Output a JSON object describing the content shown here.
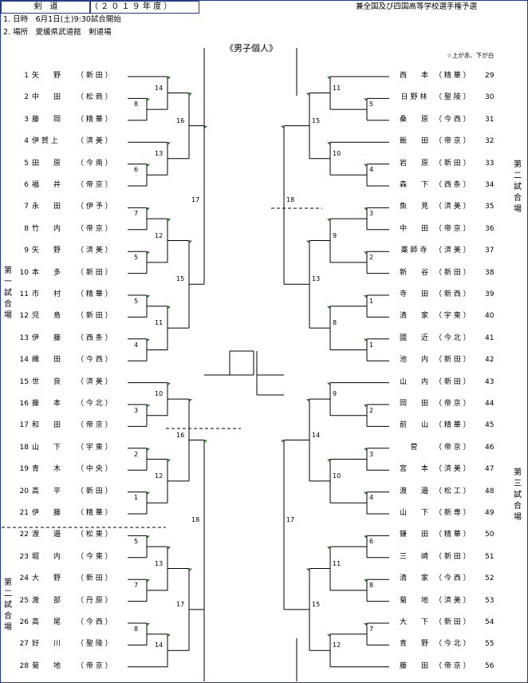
{
  "header": {
    "sport": "剣　道",
    "year": "（ ２ ０ １ ９ 年 度 ）",
    "tournament": "兼全国及び四国高等学校選手権予選",
    "date": "1. 日時　6月1日(土)9:30試合開始",
    "place": "2. 場所　愛媛県武道館　剣道場",
    "category": "《男子個人》",
    "legend": "☆上が赤、下が白"
  },
  "venues": {
    "left_first": "第一試合場",
    "left_second": "第二試合場",
    "right_second": "第二試合場",
    "right_third": "第三試合場"
  },
  "left_players": [
    {
      "no": "1",
      "name": "矢　　野",
      "school": "（ 新 田 ）"
    },
    {
      "no": "2",
      "name": "中　　田",
      "school": "（ 松 商 ）"
    },
    {
      "no": "3",
      "name": "藤　　岡",
      "school": "（ 精 華 ）"
    },
    {
      "no": "4",
      "name": "伊 賀 上",
      "school": "（ 済 美 ）"
    },
    {
      "no": "5",
      "name": "田　　原",
      "school": "（ 今 南 ）"
    },
    {
      "no": "6",
      "name": "福　　井",
      "school": "（ 帝 京 ）"
    },
    {
      "no": "7",
      "name": "永　　田",
      "school": "（ 伊 予 ）"
    },
    {
      "no": "8",
      "name": "竹　　内",
      "school": "（ 帝 京 ）"
    },
    {
      "no": "9",
      "name": "矢　　野",
      "school": "（ 済 美 ）"
    },
    {
      "no": "10",
      "name": "本　　多",
      "school": "（ 新 田 ）"
    },
    {
      "no": "11",
      "name": "市　　村",
      "school": "（ 精 華 ）"
    },
    {
      "no": "12",
      "name": "児　　島",
      "school": "（ 新 田 ）"
    },
    {
      "no": "13",
      "name": "伊　　藤",
      "school": "（ 西 条 ）"
    },
    {
      "no": "14",
      "name": "織　　田",
      "school": "（ 今 西 ）"
    },
    {
      "no": "15",
      "name": "世　　良",
      "school": "（ 済 美 ）"
    },
    {
      "no": "16",
      "name": "藤　　本",
      "school": "（ 今 北 ）"
    },
    {
      "no": "17",
      "name": "和　　田",
      "school": "（ 帝 京 ）"
    },
    {
      "no": "18",
      "name": "山　　下",
      "school": "（ 宇 東 ）"
    },
    {
      "no": "19",
      "name": "青　　木",
      "school": "（ 中 央 ）"
    },
    {
      "no": "20",
      "name": "高　　平",
      "school": "（ 新 田 ）"
    },
    {
      "no": "21",
      "name": "伊　　藤",
      "school": "（ 精 華 ）"
    },
    {
      "no": "22",
      "name": "渡　　邉",
      "school": "（ 松 東 ）"
    },
    {
      "no": "23",
      "name": "堀　　内",
      "school": "（ 今 東 ）"
    },
    {
      "no": "24",
      "name": "大　　野",
      "school": "（ 新 田 ）"
    },
    {
      "no": "25",
      "name": "渡　　部",
      "school": "（ 丹 原 ）"
    },
    {
      "no": "26",
      "name": "高　　尾",
      "school": "（ 今 西 ）"
    },
    {
      "no": "27",
      "name": "好　　川",
      "school": "（ 聖 陵 ）"
    },
    {
      "no": "28",
      "name": "菊　　地",
      "school": "（ 帝 京 ）"
    }
  ],
  "right_players": [
    {
      "no": "29",
      "name": "西　　本",
      "school": "（ 精 華 ）"
    },
    {
      "no": "30",
      "name": "日 野 林",
      "school": "（ 聖 陵 ）"
    },
    {
      "no": "31",
      "name": "桑　　原",
      "school": "（ 今 西 ）"
    },
    {
      "no": "32",
      "name": "飯　　田",
      "school": "（ 帝 京 ）"
    },
    {
      "no": "33",
      "name": "岩　　原",
      "school": "（ 新 田 ）"
    },
    {
      "no": "34",
      "name": "森　　下",
      "school": "（ 西 条 ）"
    },
    {
      "no": "35",
      "name": "魚　　見",
      "school": "（ 済 美 ）"
    },
    {
      "no": "36",
      "name": "中　　田",
      "school": "（ 帝 京 ）"
    },
    {
      "no": "37",
      "name": "薬 師 寺",
      "school": "（ 済 美 ）"
    },
    {
      "no": "38",
      "name": "新　　谷",
      "school": "（ 新 田 ）"
    },
    {
      "no": "39",
      "name": "寺　　田",
      "school": "（ 新 西 ）"
    },
    {
      "no": "40",
      "name": "清　　家",
      "school": "（ 宇 東 ）"
    },
    {
      "no": "41",
      "name": "國　　近",
      "school": "（ 今 北 ）"
    },
    {
      "no": "42",
      "name": "池　　内",
      "school": "（ 新 田 ）"
    },
    {
      "no": "43",
      "name": "山　　内",
      "school": "（ 新 田 ）"
    },
    {
      "no": "44",
      "name": "岡　　田",
      "school": "（ 帝 京 ）"
    },
    {
      "no": "45",
      "name": "前　　山",
      "school": "（ 精 華 ）"
    },
    {
      "no": "46",
      "name": "菅",
      "school": "（ 帝 京 ）"
    },
    {
      "no": "47",
      "name": "宮　　本",
      "school": "（ 済 美 ）"
    },
    {
      "no": "48",
      "name": "渡　　邉",
      "school": "（ 松 工 ）"
    },
    {
      "no": "49",
      "name": "山　　下",
      "school": "（ 新 専 ）"
    },
    {
      "no": "50",
      "name": "鎌　　田",
      "school": "（ 精 華 ）"
    },
    {
      "no": "51",
      "name": "三　　崎",
      "school": "（ 新 田 ）"
    },
    {
      "no": "52",
      "name": "清　　家",
      "school": "（ 今 西 ）"
    },
    {
      "no": "53",
      "name": "菊　　地",
      "school": "（ 済 美 ）"
    },
    {
      "no": "54",
      "name": "大　　下",
      "school": "（ 新 田 ）"
    },
    {
      "no": "55",
      "name": "青　　野",
      "school": "（ 今 北 ）"
    },
    {
      "no": "56",
      "name": "藤　　田",
      "school": "（ 帝 京 ）"
    }
  ],
  "left_labels": {
    "r1": [
      "8",
      "6",
      "7",
      "5",
      "5",
      "4",
      "3",
      "2",
      "1",
      "5",
      "7",
      "8"
    ],
    "r2": [
      "14",
      "13",
      "12",
      "11",
      "10",
      "12",
      "13",
      "14"
    ],
    "r3": [
      "16",
      "15",
      "16",
      "17"
    ],
    "r4": [
      "17",
      "18"
    ]
  },
  "right_labels": {
    "r1": [
      "5",
      "4",
      "3",
      "2",
      "1",
      "1",
      "2",
      "3",
      "4",
      "6",
      "8",
      "7"
    ],
    "r2": [
      "11",
      "10",
      "9",
      "8",
      "9",
      "10",
      "11",
      "12"
    ],
    "r3": [
      "15",
      "13",
      "14",
      "15"
    ],
    "r4": [
      "18",
      "17"
    ]
  }
}
